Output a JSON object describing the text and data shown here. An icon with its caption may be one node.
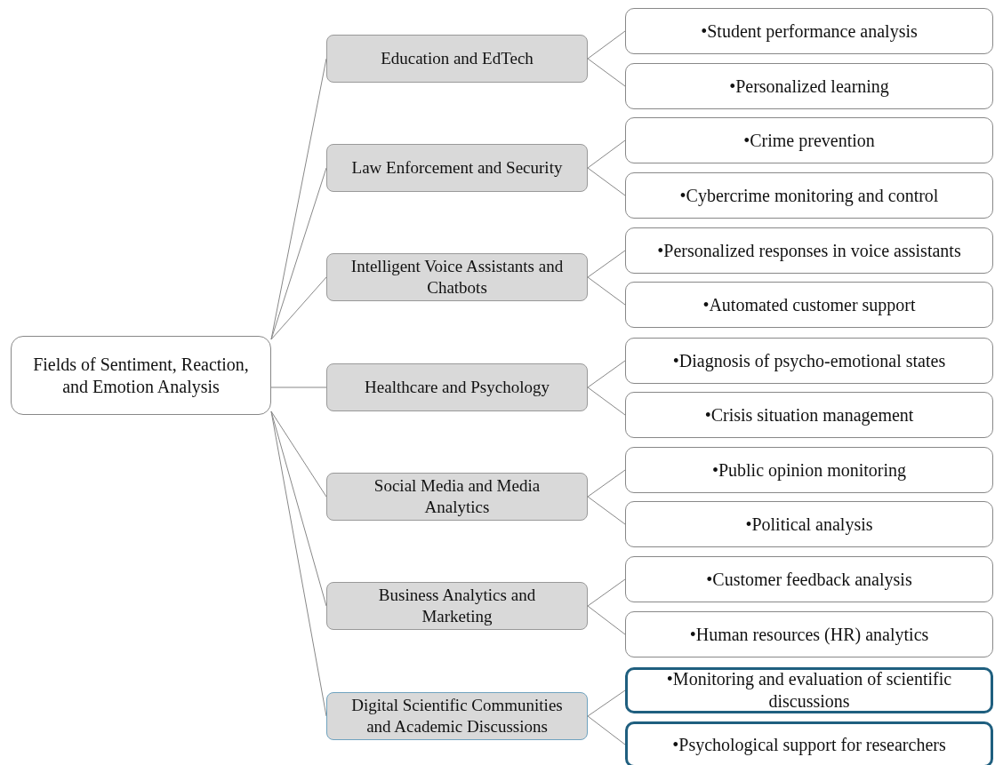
{
  "diagram": {
    "nodes": [
      {
        "text": [
          "Fields of Sentiment, Reaction, and Emotion Analysis"
        ]
      },
      {
        "text": [
          "Education and EdTech"
        ]
      },
      {
        "text": [
          "•Student performance analysis"
        ]
      },
      {
        "text": [
          "•Personalized learning"
        ]
      },
      {
        "text": [
          "Law Enforcement and Security"
        ]
      },
      {
        "text": [
          "•Crime prevention"
        ]
      },
      {
        "text": [
          "•Cybercrime monitoring and control"
        ]
      },
      {
        "text": [
          "Intelligent Voice Assistants and Chatbots"
        ]
      },
      {
        "text": [
          "•Personalized responses in voice assistants"
        ]
      },
      {
        "text": [
          "•Automated customer support"
        ]
      },
      {
        "text": [
          "Healthcare and Psychology"
        ]
      },
      {
        "text": [
          "•Diagnosis of psycho-emotional states"
        ]
      },
      {
        "text": [
          "•Crisis situation management"
        ]
      },
      {
        "text": [
          "Social Media and Media Analytics"
        ]
      },
      {
        "text": [
          "•Public opinion monitoring"
        ]
      },
      {
        "text": [
          "•Political analysis"
        ]
      },
      {
        "text": [
          "Business Analytics and Marketing"
        ]
      },
      {
        "text": [
          "•Customer feedback analysis"
        ]
      },
      {
        "text": [
          "•Human resources (HR) analytics"
        ]
      },
      {
        "text": [
          "Digital Scientific Communities and Academic Discussions"
        ]
      },
      {
        "text": [
          "•Monitoring and evaluation of scientific discussions"
        ]
      },
      {
        "text": [
          "•Psychological support for researchers"
        ]
      }
    ],
    "edges": [
      {
        "from": 0,
        "to": 1,
        "arrow": "none"
      },
      {
        "from": 1,
        "to": 2,
        "arrow": "none"
      },
      {
        "from": 1,
        "to": 3,
        "arrow": "none"
      },
      {
        "from": 0,
        "to": 4,
        "arrow": "none"
      },
      {
        "from": 4,
        "to": 5,
        "arrow": "none"
      },
      {
        "from": 4,
        "to": 6,
        "arrow": "none"
      },
      {
        "from": 0,
        "to": 7,
        "arrow": "none"
      },
      {
        "from": 7,
        "to": 8,
        "arrow": "none"
      },
      {
        "from": 7,
        "to": 9,
        "arrow": "none"
      },
      {
        "from": 0,
        "to": 10,
        "arrow": "none"
      },
      {
        "from": 10,
        "to": 11,
        "arrow": "none"
      },
      {
        "from": 10,
        "to": 12,
        "arrow": "none"
      },
      {
        "from": 0,
        "to": 13,
        "arrow": "none"
      },
      {
        "from": 13,
        "to": 14,
        "arrow": "none"
      },
      {
        "from": 13,
        "to": 15,
        "arrow": "none"
      },
      {
        "from": 0,
        "to": 16,
        "arrow": "none"
      },
      {
        "from": 16,
        "to": 17,
        "arrow": "none"
      },
      {
        "from": 16,
        "to": 18,
        "arrow": "none"
      },
      {
        "from": 0,
        "to": 19,
        "arrow": "none"
      },
      {
        "from": 19,
        "to": 20,
        "arrow": "none"
      },
      {
        "from": 19,
        "to": 21,
        "arrow": "none"
      }
    ]
  }
}
